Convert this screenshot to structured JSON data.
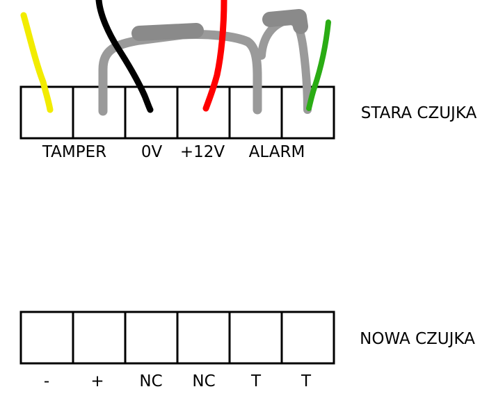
{
  "old_sensor": {
    "title": "STARA CZUJKA",
    "labels": [
      "TAMPER",
      "0V",
      "+12V",
      "ALARM"
    ]
  },
  "new_sensor": {
    "title": "NOWA CZUJKA",
    "labels": [
      "-",
      "+",
      "NC",
      "NC",
      "T",
      "T"
    ]
  },
  "colors": {
    "yellow_wire": "#f2ec00",
    "black_wire": "#000000",
    "red_wire": "#ff0000",
    "green_wire": "#2aac14",
    "grey_wire": "#9a9a9a",
    "grey_resistor": "#8a8a8a"
  }
}
